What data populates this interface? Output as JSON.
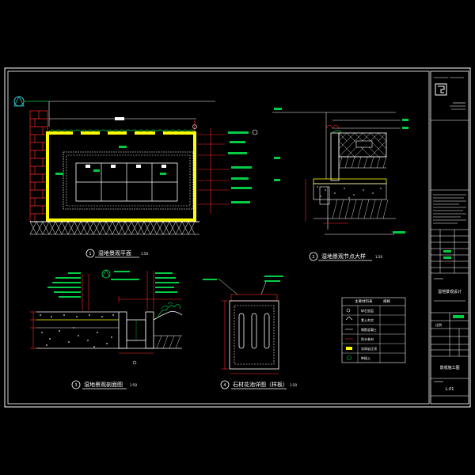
{
  "drawing": {
    "colors": {
      "background": "#000000",
      "line": "#ffffff",
      "accent_green": "#00cc44",
      "accent_yellow": "#ffff00",
      "accent_red": "#ff2a2a",
      "accent_cyan": "#33cccc",
      "accent_magenta": "#d040d0"
    },
    "views": {
      "plan_label": "湿地景观平面",
      "plan_scale": "1:50",
      "plan_number": "1",
      "detail_label": "湿地景观节点大样",
      "detail_scale": "1:20",
      "detail_number": "2",
      "section_label": "湿地景观剖面图",
      "section_scale": "1:50",
      "section_number": "3",
      "stone_label": "石材花池详图（样板）",
      "stone_scale": "1:20",
      "stone_number": "4"
    },
    "legend": {
      "title": "主要材料表",
      "unit_label": "规格",
      "rows": [
        "碎石垫层",
        "素土夯实",
        "钢筋混凝土",
        "防水卷材",
        "花岗岩压顶",
        "种植土"
      ]
    },
    "title_block": {
      "project_label": "湿地景观设计",
      "drawing_label": "景观施工图",
      "sheet_label": "L-01",
      "scale_label": "比例"
    }
  }
}
